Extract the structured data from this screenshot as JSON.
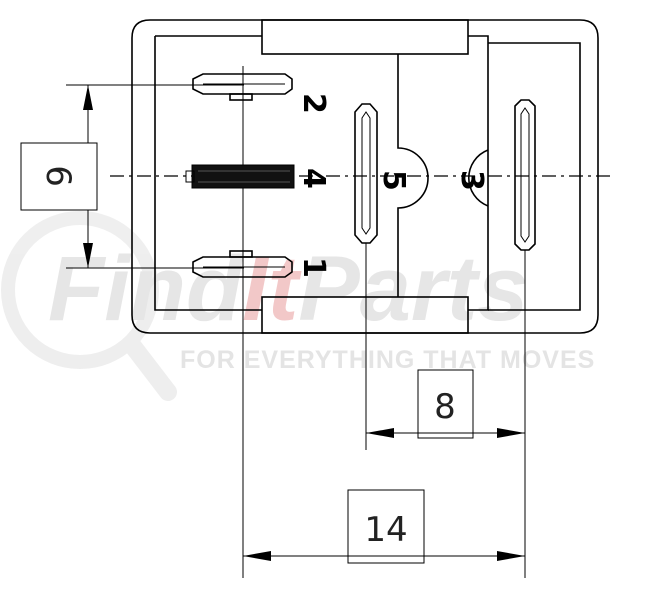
{
  "watermark": {
    "brand_prefix": "Find",
    "brand_accent": "It",
    "brand_suffix": "Parts",
    "tagline": "FOR EVERYTHING THAT MOVES"
  },
  "pins": {
    "pin1": "1",
    "pin2": "2",
    "pin3": "3",
    "pin4": "4",
    "pin5": "5"
  },
  "dimensions": {
    "vertical_pitch": "6",
    "pin5_to_pin3": "8",
    "pin1_to_pin3": "14"
  }
}
